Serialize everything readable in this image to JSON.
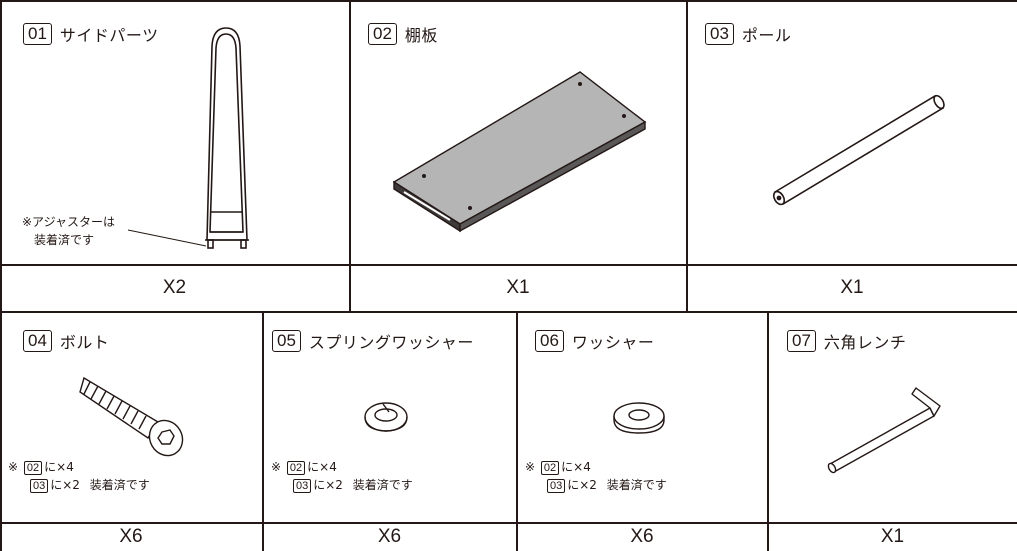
{
  "parts": [
    {
      "num": "01",
      "name": "サイドパーツ",
      "qty": "X2",
      "icon": "side-frame-icon"
    },
    {
      "num": "02",
      "name": "棚板",
      "qty": "X1",
      "icon": "shelf-board-icon"
    },
    {
      "num": "03",
      "name": "ポール",
      "qty": "X1",
      "icon": "pole-icon"
    },
    {
      "num": "04",
      "name": "ボルト",
      "qty": "X6",
      "icon": "bolt-icon"
    },
    {
      "num": "05",
      "name": "スプリングワッシャー",
      "qty": "X6",
      "icon": "spring-washer-icon"
    },
    {
      "num": "06",
      "name": "ワッシャー",
      "qty": "X6",
      "icon": "washer-icon"
    },
    {
      "num": "07",
      "name": "六角レンチ",
      "qty": "X1",
      "icon": "hex-wrench-icon"
    }
  ],
  "notes": {
    "adjuster_line1": "※アジャスターは",
    "adjuster_line2": "装着済です",
    "mark": "※",
    "ref_a": "02",
    "ref_b": "03",
    "times4": "に×4",
    "times2": "に×2",
    "attached": "装着済です"
  }
}
